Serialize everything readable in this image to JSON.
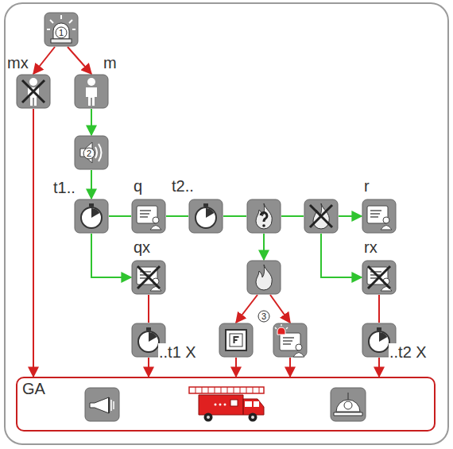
{
  "diagram": {
    "nodes": [
      {
        "text": [
          "1"
        ]
      },
      {
        "text": [
          "mx"
        ]
      },
      {
        "text": [
          "m"
        ]
      },
      {
        "text": [
          "2"
        ]
      },
      {
        "text": [
          "t1.."
        ]
      },
      {
        "text": [
          "q"
        ]
      },
      {
        "text": [
          "t2.."
        ]
      },
      {
        "text": []
      },
      {
        "text": []
      },
      {
        "text": [
          "r"
        ]
      },
      {
        "text": [
          "qx"
        ]
      },
      {
        "text": []
      },
      {
        "text": [
          "rx"
        ]
      },
      {
        "text": [
          "..t1 X"
        ]
      },
      {
        "text": []
      },
      {
        "text": []
      },
      {
        "text": [
          "..t2 X"
        ]
      },
      {
        "text": [
          "GA"
        ]
      }
    ],
    "edges": [
      {
        "from": 0,
        "to": 1,
        "arrow": "to"
      },
      {
        "from": 0,
        "to": 2,
        "arrow": "to"
      },
      {
        "from": 1,
        "to": 17,
        "arrow": "to"
      },
      {
        "from": 2,
        "to": 3,
        "arrow": "to"
      },
      {
        "from": 3,
        "to": 4,
        "arrow": "to"
      },
      {
        "from": 4,
        "to": 5,
        "arrow": "none"
      },
      {
        "from": 5,
        "to": 6,
        "arrow": "none"
      },
      {
        "from": 6,
        "to": 7,
        "arrow": "none"
      },
      {
        "from": 7,
        "to": 8,
        "arrow": "none"
      },
      {
        "from": 8,
        "to": 9,
        "arrow": "to"
      },
      {
        "from": 4,
        "to": 10,
        "arrow": "to"
      },
      {
        "from": 7,
        "to": 11,
        "arrow": "to"
      },
      {
        "from": 8,
        "to": 12,
        "arrow": "to"
      },
      {
        "from": 10,
        "to": 13,
        "arrow": "none"
      },
      {
        "from": 13,
        "to": 17,
        "arrow": "to"
      },
      {
        "from": 11,
        "to": 14,
        "arrow": "to"
      },
      {
        "from": 11,
        "to": 15,
        "arrow": "to"
      },
      {
        "from": 14,
        "to": 17,
        "arrow": "to"
      },
      {
        "from": 15,
        "to": 17,
        "arrow": "to"
      },
      {
        "from": 12,
        "to": 16,
        "arrow": "none"
      },
      {
        "from": 16,
        "to": 17,
        "arrow": "to"
      }
    ],
    "labels": [
      "3"
    ]
  }
}
